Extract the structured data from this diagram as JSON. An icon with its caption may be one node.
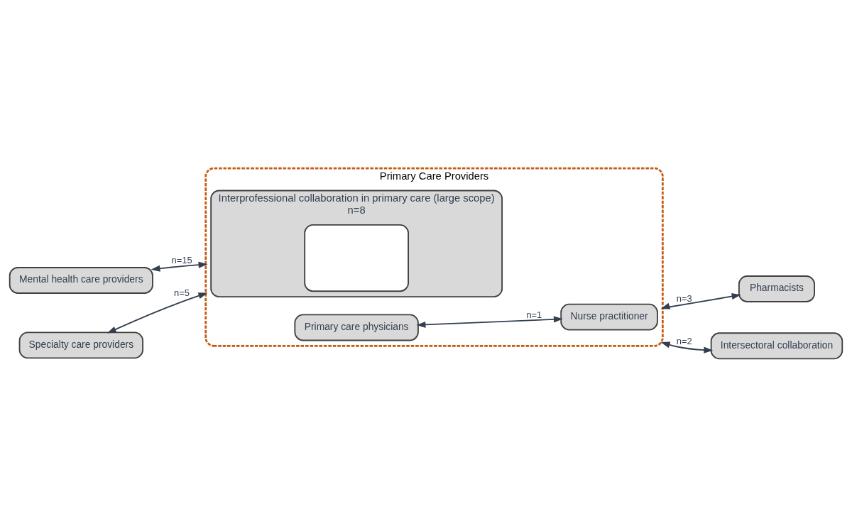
{
  "diagram": {
    "nodes": [
      {
        "text": [
          "Primary Care Providers"
        ]
      },
      {
        "text": [
          "Interprofessional collaboration in primary care (large scope)",
          "n=8"
        ],
        "in": 0
      },
      {
        "text": [],
        "shape": "box",
        "in": 1
      },
      {
        "text": [
          "Primary care physicians"
        ],
        "in": 0
      },
      {
        "text": [
          "Nurse practitioner"
        ],
        "in": 0
      },
      {
        "text": [
          "Mental health care providers"
        ]
      },
      {
        "text": [
          "Specialty care providers"
        ]
      },
      {
        "text": [
          "Pharmacists"
        ]
      },
      {
        "text": [
          "Intersectoral collaboration"
        ]
      }
    ],
    "edges": [
      {
        "from": 5,
        "to": 0,
        "arrow": "both",
        "label": "n=15"
      },
      {
        "from": 6,
        "to": 0,
        "arrow": "both",
        "label": "n=5"
      },
      {
        "from": 3,
        "to": 4,
        "arrow": "both",
        "label": "n=1"
      },
      {
        "from": 0,
        "to": 7,
        "arrow": "both",
        "label": "n=3"
      },
      {
        "from": 0,
        "to": 8,
        "arrow": "both",
        "label": "n=2"
      }
    ]
  }
}
